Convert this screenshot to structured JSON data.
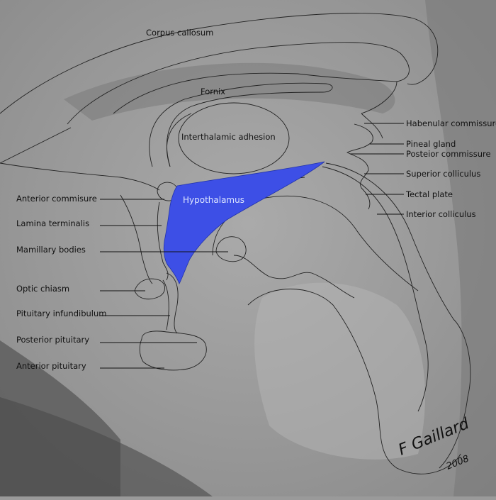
{
  "labels": {
    "corpus_callosum": "Corpus callosum",
    "fornix": "Fornix",
    "interthalamic_adhesion": "Interthalamic adhesion",
    "hypothalamus": "Hypothalamus",
    "anterior_commisure": "Anterior commisure",
    "lamina_terminalis": "Lamina terminalis",
    "mamillary_bodies": "Mamillary bodies",
    "optic_chiasm": "Optic chiasm",
    "pituitary_infundibulum": "Pituitary infundibulum",
    "posterior_pituitary": "Posterior pituitary",
    "anterior_pituitary": "Anterior pituitary",
    "habenular_commissure": "Habenular commissure",
    "pineal_gland": "Pineal gland",
    "posterior_commissure": "Posteior commissure",
    "superior_colliculus": "Superior colliculus",
    "tectal_plate": "Tectal plate",
    "inferior_colliculus": "Interior colliculus"
  },
  "signature": {
    "name": "F Gaillard",
    "year": "2008"
  },
  "colors": {
    "hypothalamus": "#3d4fe6",
    "background": "#9a9a9a",
    "label_on_highlight": "#dde6ff"
  }
}
